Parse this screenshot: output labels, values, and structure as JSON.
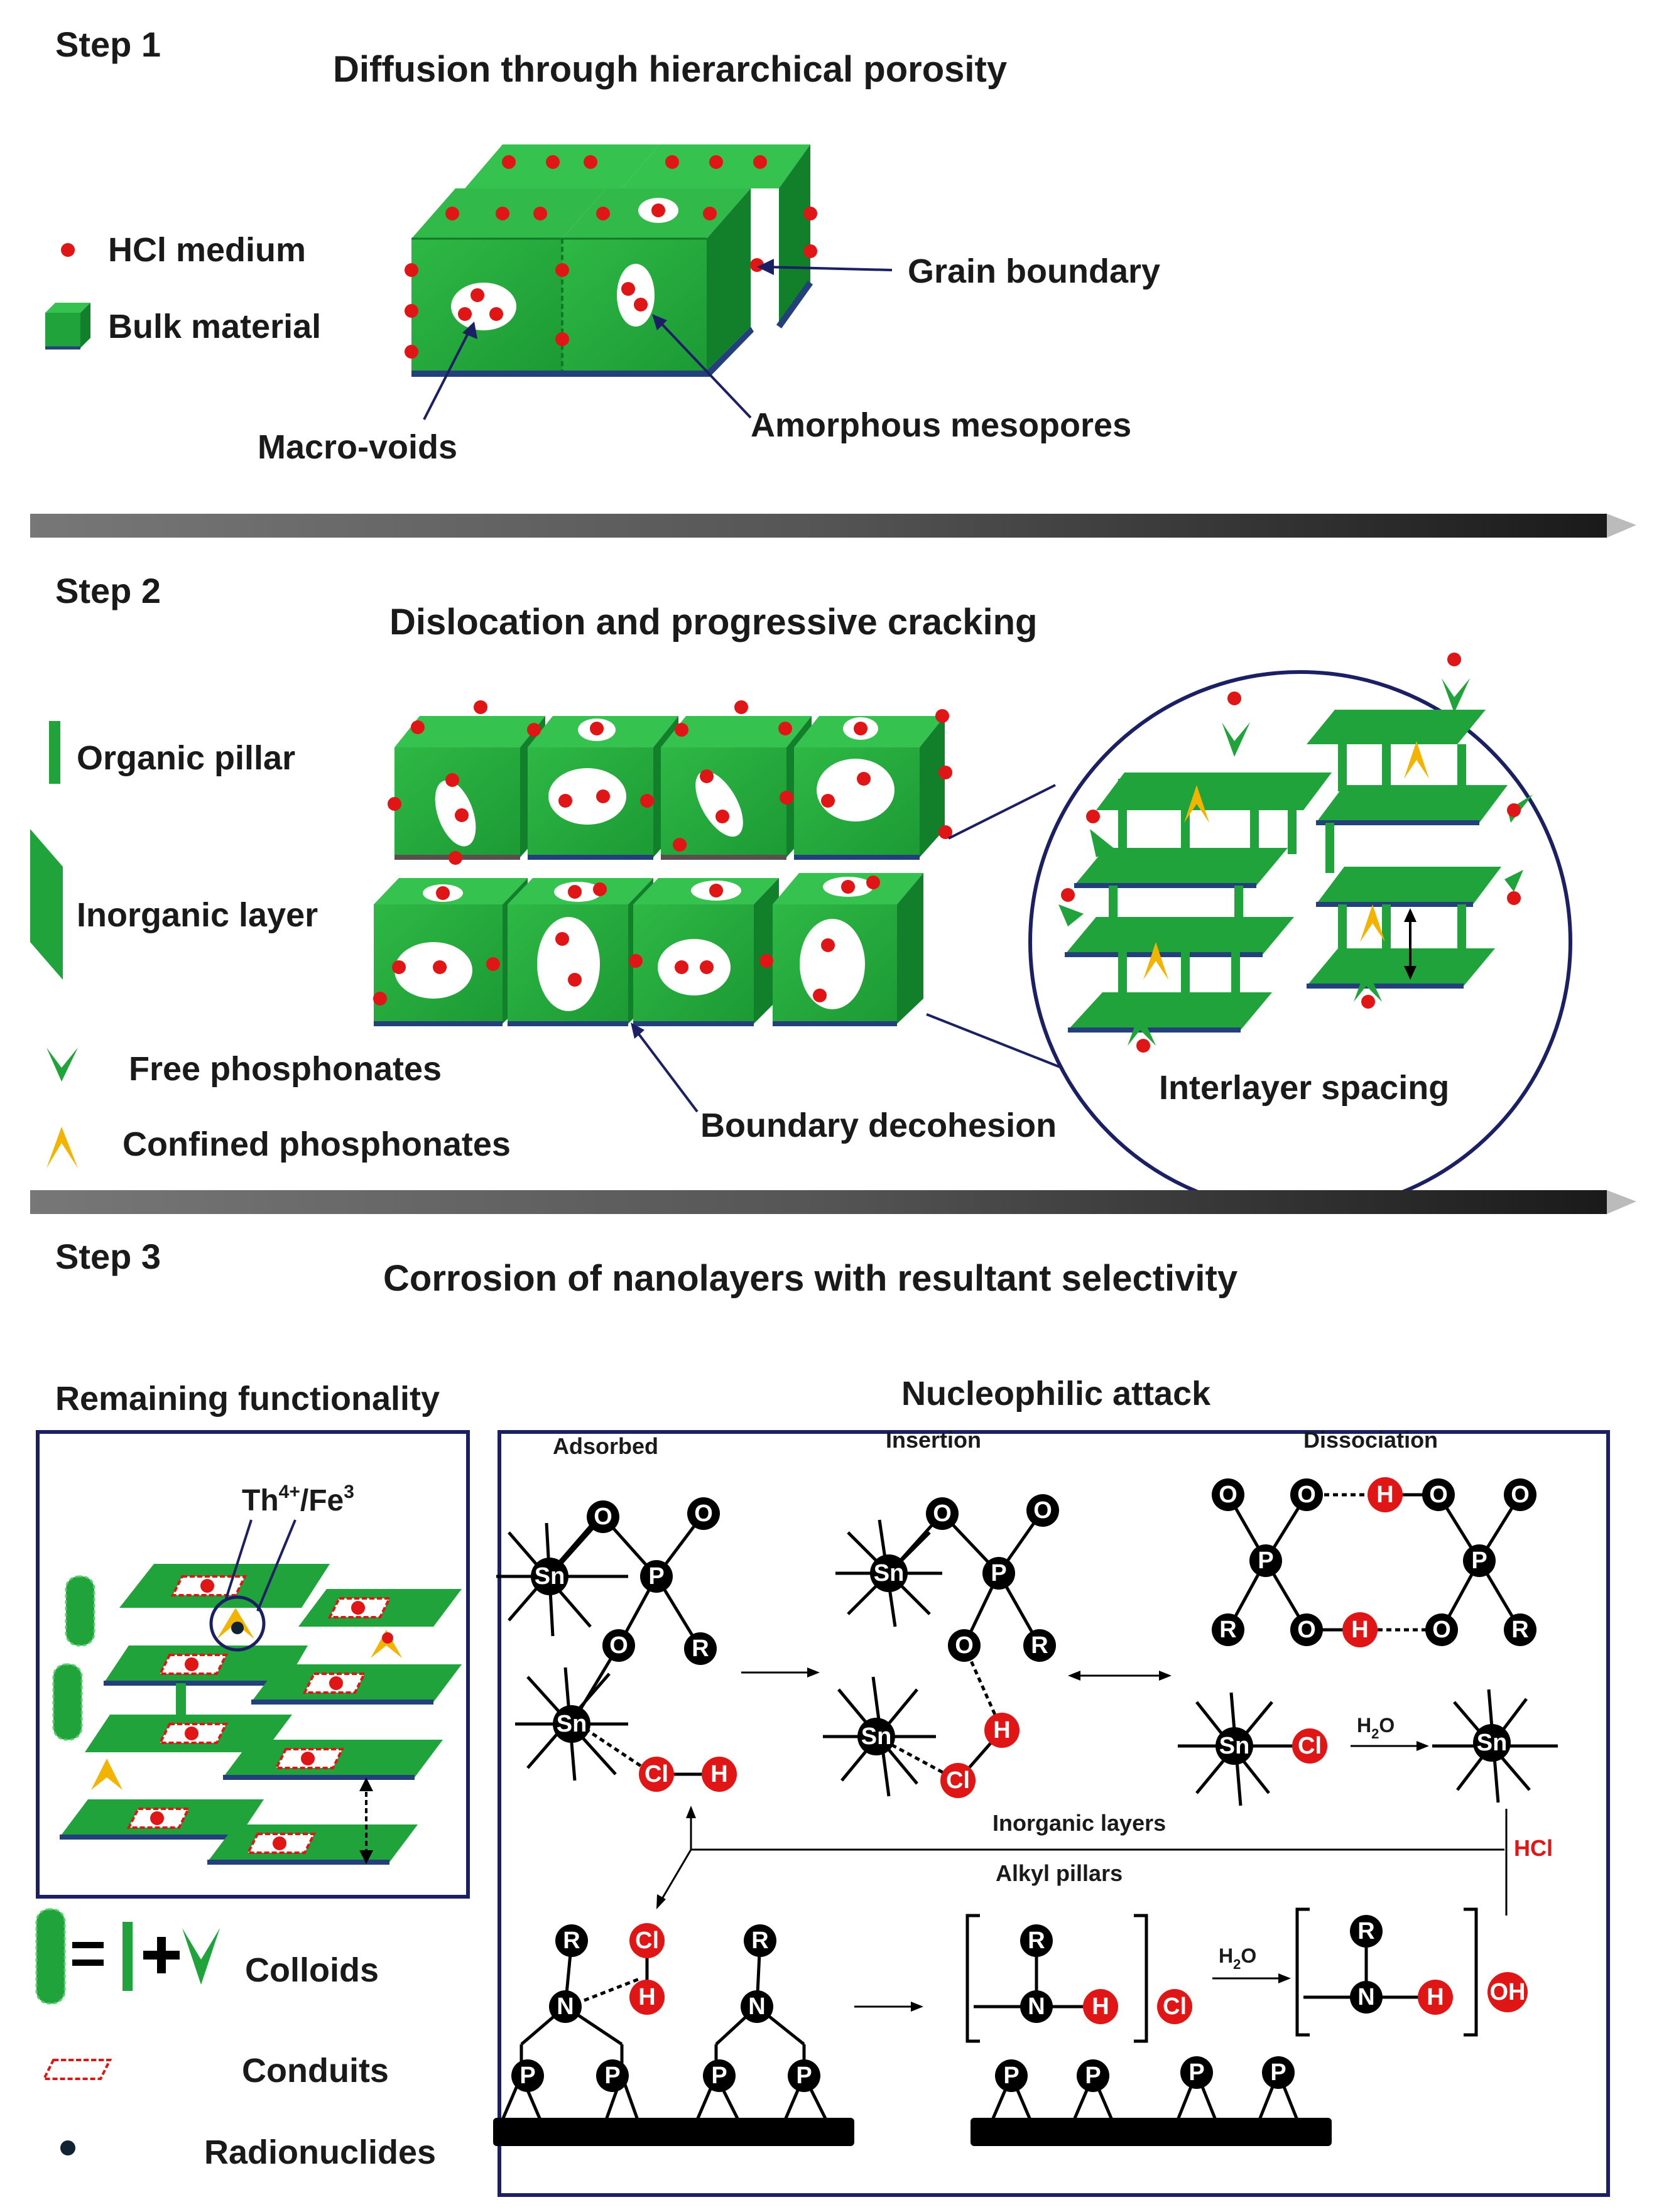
{
  "step1": {
    "step_label": "Step 1",
    "title": "Diffusion through hierarchical porosity",
    "legend": {
      "hcl": "HCl medium",
      "bulk": "Bulk material"
    },
    "annotations": {
      "grain_boundary": "Grain boundary",
      "amorphous_mesopores": "Amorphous mesopores",
      "macro_voids": "Macro-voids"
    }
  },
  "step2": {
    "step_label": "Step 2",
    "title": "Dislocation and progressive cracking",
    "legend": {
      "organic_pillar": "Organic pillar",
      "inorganic_layer": "Inorganic layer",
      "free_phosphonates": "Free phosphonates",
      "confined_phosphonates": "Confined phosphonates"
    },
    "annotations": {
      "boundary_decohesion": "Boundary decohesion",
      "interlayer_spacing": "Interlayer spacing"
    }
  },
  "step3": {
    "step_label": "Step 3",
    "title": "Corrosion of nanolayers with resultant selectivity",
    "remaining": {
      "title": "Remaining functionality",
      "ion_main": "Th",
      "ion_sup1": "4+",
      "ion_mid": "/Fe",
      "ion_sup2": "3"
    },
    "legend": {
      "colloids": "Colloids",
      "conduits": "Conduits",
      "radionuclides": "Radionuclides"
    },
    "nucleophilic": {
      "title": "Nucleophilic attack",
      "adsorbed": "Adsorbed",
      "insertion": "Insertion",
      "dissociation": "Dissociation",
      "inorganic_layers": "Inorganic layers",
      "alkyl_pillars": "Alkyl pillars",
      "hcl": "HCl",
      "h2o_main": "H",
      "h2o_sub": "2",
      "h2o_end": "O"
    }
  },
  "colors": {
    "green": "#1fa33a",
    "green_light": "#36c24e",
    "green_dark": "#12802a",
    "blue_edge": "#23407a",
    "red": "#e01616",
    "yellow": "#f2b400",
    "navy": "#1b1f63"
  }
}
